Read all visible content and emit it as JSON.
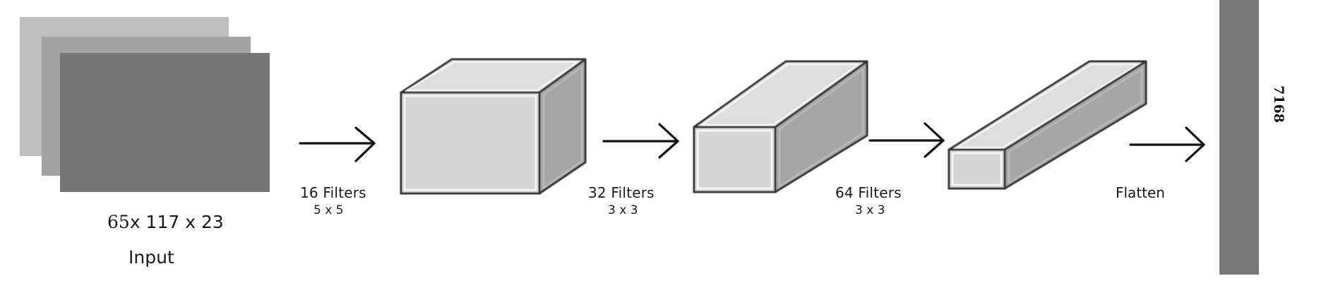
{
  "diagram": {
    "type": "cnn-architecture",
    "colors": {
      "background": "#ffffff",
      "input_plane_back": "#bfbfbf",
      "input_plane_middle": "#a3a3a3",
      "input_plane_front": "#767676",
      "cube_front": "#d6d6d6",
      "cube_top": "#dedede",
      "cube_side": "#a6a6a6",
      "cube_edge": "#333333",
      "arrow": "#111111",
      "flatten_bar": "#777777",
      "text": "#1a1a1a"
    },
    "input": {
      "dims_first": "65",
      "dims_rest": "x 117 x 23",
      "label": "Input"
    },
    "layers": [
      {
        "filters_label": "16 Filters",
        "kernel_label": "5 x 5"
      },
      {
        "filters_label": "32 Filters",
        "kernel_label": "3 x 3"
      },
      {
        "filters_label": "64 Filters",
        "kernel_label": "3 x 3"
      }
    ],
    "flatten": {
      "label": "Flatten",
      "vector_size": "7168"
    },
    "icons": {
      "arrow": "right-arrow-icon",
      "input_stack": "stacked-planes",
      "feature_map": "3d-box"
    }
  }
}
